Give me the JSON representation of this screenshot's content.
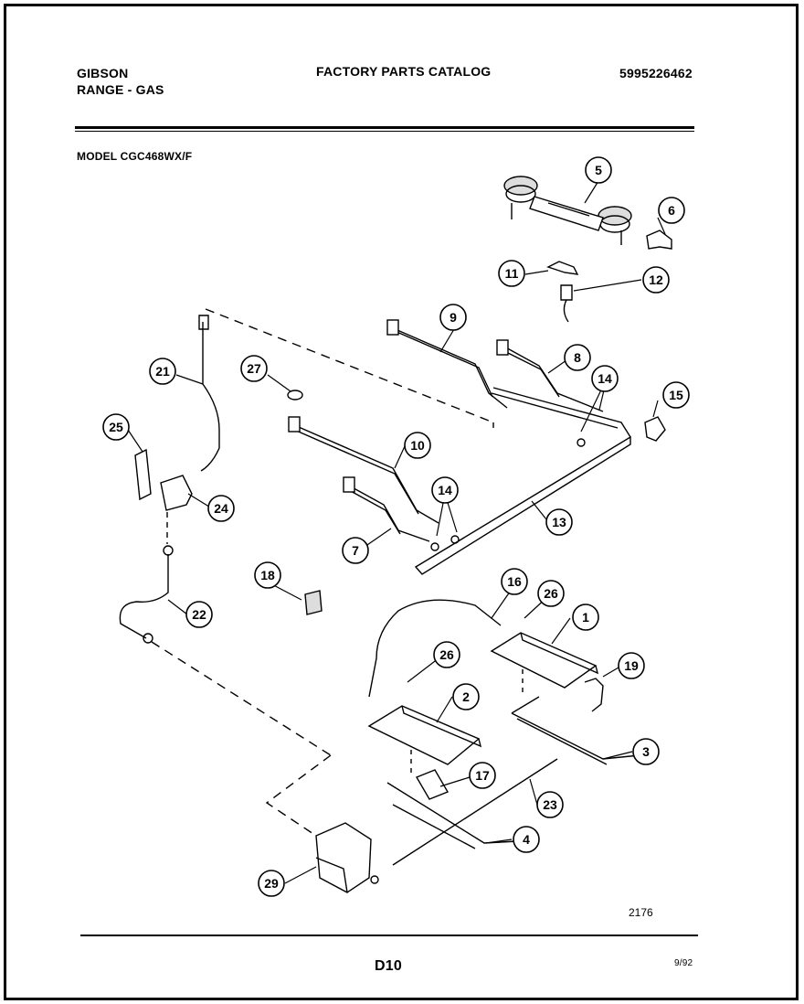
{
  "header": {
    "brand": "GIBSON",
    "product": "RANGE - GAS",
    "catalog_title": "FACTORY PARTS CATALOG",
    "part_number": "5995226462",
    "model": "MODEL CGC468WX/F"
  },
  "diagram": {
    "figure_number": "2176",
    "callouts": [
      "5",
      "6",
      "11",
      "12",
      "9",
      "8",
      "14",
      "15",
      "21",
      "27",
      "25",
      "10",
      "24",
      "14",
      "13",
      "7",
      "18",
      "16",
      "26",
      "1",
      "22",
      "26",
      "19",
      "2",
      "3",
      "17",
      "23",
      "4",
      "29"
    ]
  },
  "footer": {
    "page": "D10",
    "date": "9/92"
  },
  "colors": {
    "ink": "#000000",
    "paper": "#ffffff"
  }
}
